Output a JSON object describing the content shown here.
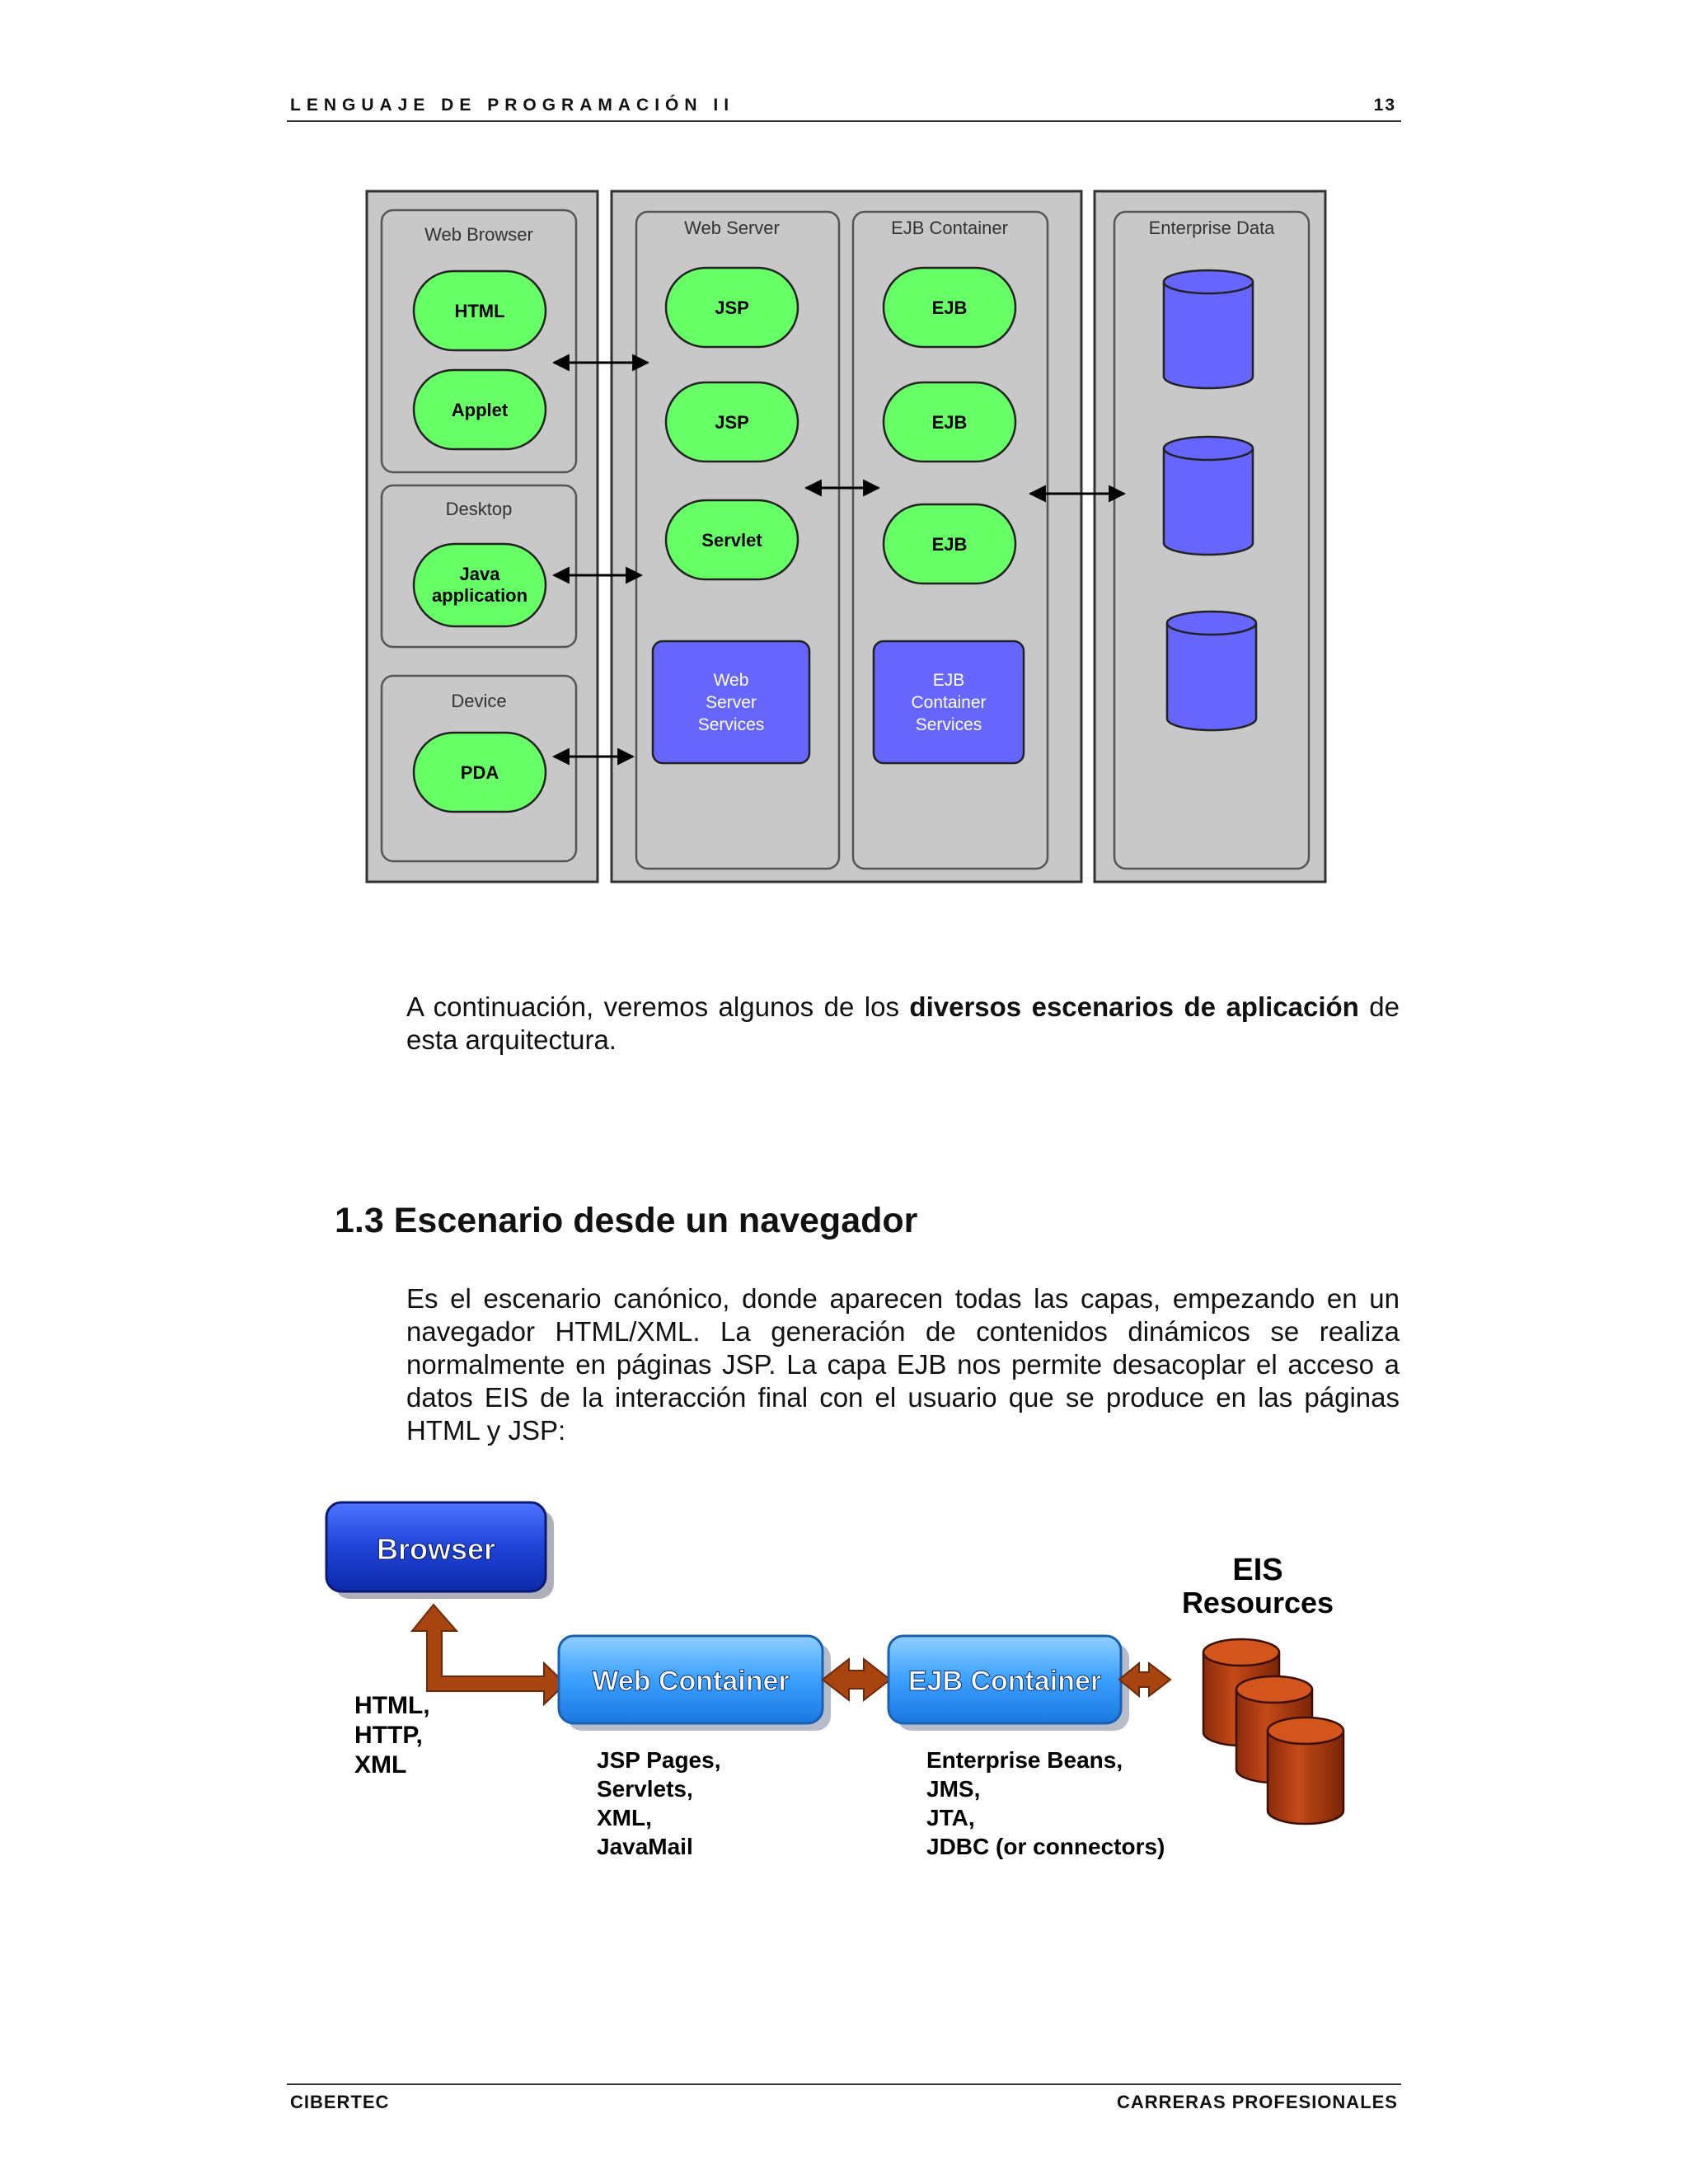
{
  "header": {
    "title": "LENGUAJE DE PROGRAMACIÓN II",
    "page_number": "13"
  },
  "diagram1": {
    "web_browser": {
      "title": "Web Browser",
      "items": [
        "HTML",
        "Applet"
      ]
    },
    "desktop": {
      "title": "Desktop",
      "items": [
        "Java",
        "application"
      ]
    },
    "device": {
      "title": "Device",
      "items": [
        "PDA"
      ]
    },
    "web_server": {
      "title": "Web Server",
      "items": [
        "JSP",
        "JSP",
        "Servlet"
      ],
      "services": [
        "Web",
        "Server",
        "Services"
      ]
    },
    "ejb_container": {
      "title": "EJB Container",
      "items": [
        "EJB",
        "EJB",
        "EJB"
      ],
      "services": [
        "EJB",
        "Container",
        "Services"
      ]
    },
    "enterprise_data": {
      "title": "Enterprise Data"
    }
  },
  "paragraph1": {
    "pre": "A continuación, veremos algunos de los ",
    "bold": "diversos escenarios de aplicación",
    "post": " de esta arquitectura."
  },
  "section": {
    "heading": "1.3 Escenario desde un navegador"
  },
  "paragraph2": "Es el escenario canónico, donde aparecen todas las capas, empezando en un navegador HTML/XML. La generación de contenidos dinámicos se realiza normalmente en páginas JSP. La capa EJB nos permite desacoplar el acceso a datos EIS de la interacción final con el usuario que se produce en las páginas HTML y JSP:",
  "diagram2": {
    "browser": "Browser",
    "protocols": [
      "HTML,",
      "HTTP,",
      "XML"
    ],
    "web_container": "Web Container",
    "web_items": [
      "JSP Pages,",
      "Servlets,",
      "XML,",
      "JavaMail"
    ],
    "ejb_container": "EJB Container",
    "ejb_items": [
      "Enterprise Beans,",
      "JMS,",
      "JTA,",
      "JDBC (or connectors)"
    ],
    "eis": [
      "EIS",
      "Resources"
    ]
  },
  "footer": {
    "left": "CIBERTEC",
    "right": "CARRERAS PROFESIONALES"
  },
  "colors": {
    "green": "#66ff66",
    "blue_service": "#6666ff",
    "panel_gray": "#c8c8c8",
    "browser_blue": "#1a3fd6",
    "container_blue": "#3399ff",
    "arrow_brown": "#a8440f",
    "db_brown": "#b03a10"
  }
}
